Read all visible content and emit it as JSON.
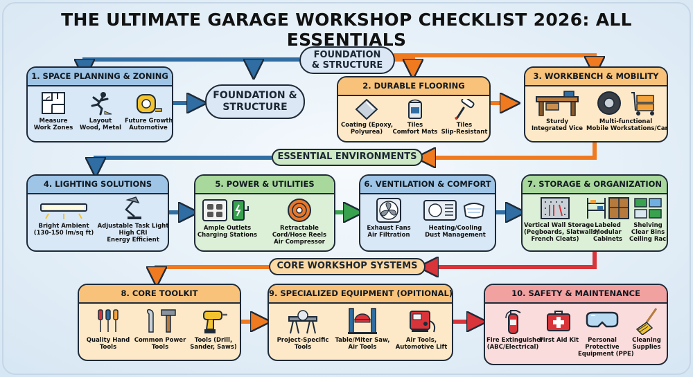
{
  "title": "THE ULTIMATE GARAGE WORKSHOP CHECKLIST 2026: ALL ESSENTIALS",
  "connectors": {
    "foundation_top": [
      "FOUNDATION",
      "& STRUCTURE"
    ],
    "foundation_mid": [
      "FOUNDATION &",
      "STRUCTURE"
    ],
    "essential": "ESSENTIAL ENVIRONMENTS",
    "core": "CORE WORKSHOP SYSTEMS"
  },
  "colors": {
    "blue_arrow": "#2f6da2",
    "orange_arrow": "#f07a1f",
    "green_arrow": "#39a24f",
    "red_arrow": "#d8343a",
    "blue_bg": "#d9e8f6",
    "blue_hdr": "#9fc5e6",
    "orange_bg": "#fde9c8",
    "orange_hdr": "#f8c27a",
    "green_bg": "#dcefd7",
    "green_hdr": "#a9d89c",
    "red_bg": "#fadcdc",
    "red_hdr": "#f2a1a1"
  },
  "sections": [
    {
      "header": "1. SPACE PLANNING & ZONING",
      "items": [
        {
          "icon": "floor-plan-icon",
          "lines": [
            "Measure",
            "Work Zones"
          ]
        },
        {
          "icon": "tripping-person-icon",
          "lines": [
            "Layout",
            "Wood, Metal"
          ]
        },
        {
          "icon": "tape-measure-icon",
          "lines": [
            "Future Growth",
            "Automotive"
          ]
        }
      ]
    },
    {
      "header": "2. DURABLE FLOORING",
      "items": [
        {
          "icon": "epoxy-tile-icon",
          "lines": [
            "Coating (Epoxy,",
            "Polyurea)"
          ]
        },
        {
          "icon": "paint-can-icon",
          "lines": [
            "Tiles",
            "Comfort Mats"
          ]
        },
        {
          "icon": "paint-roller-icon",
          "lines": [
            "Tiles",
            "Slip-Resistant"
          ]
        }
      ]
    },
    {
      "header": "3. WORKBENCH & MOBILITY",
      "items": [
        {
          "icon": "workbench-icon",
          "lines": [
            "Sturdy",
            "Integrated Vice"
          ]
        },
        {
          "icon": "tire-icon",
          "lines": [
            "Multi-functional",
            "Mobile Workstations/Carts"
          ]
        }
      ]
    },
    {
      "header": "4. LIGHTING SOLUTIONS",
      "items": [
        {
          "icon": "ceiling-light-icon",
          "lines": [
            "Bright Ambient",
            "(130-150 lm/sq ft)"
          ]
        },
        {
          "icon": "desk-lamp-icon",
          "lines": [
            "Adjustable Task Light",
            "High CRI",
            "Energy Efficient"
          ]
        }
      ]
    },
    {
      "header": "5. POWER & UTILITIES",
      "items": [
        {
          "icon": "outlet-icon",
          "lines": [
            "Ample Outlets",
            "Charging Stations"
          ]
        },
        {
          "icon": "charging-station-icon",
          "lines": []
        },
        {
          "icon": "hose-reel-icon",
          "lines": [
            "Retractable",
            "Cord/Hose Reels",
            "Air Compressor"
          ]
        }
      ]
    },
    {
      "header": "6. VENTILATION & COMFORT",
      "items": [
        {
          "icon": "exhaust-fan-icon",
          "lines": [
            "Exhaust Fans",
            "Air Filtration"
          ]
        },
        {
          "icon": "ac-unit-icon",
          "lines": [
            "Heating/Cooling",
            "Dust Management"
          ]
        },
        {
          "icon": "dust-mask-icon",
          "lines": []
        }
      ]
    },
    {
      "header": "7. STORAGE & ORGANIZATION",
      "items": [
        {
          "icon": "pegboard-icon",
          "lines": [
            "Vertical Wall Storage",
            "(Pegboards, Slatwalls,",
            "French Cleats)"
          ]
        },
        {
          "icon": "shelving-icon",
          "lines": [
            "Labeled",
            "Modular",
            "Cabinets"
          ]
        },
        {
          "icon": "cabinet-icon",
          "lines": []
        },
        {
          "icon": "bins-icon",
          "lines": [
            "Shelving",
            "Clear Bins",
            "Ceiling Racks"
          ]
        }
      ]
    },
    {
      "header": "8. CORE TOOLKIT",
      "items": [
        {
          "icon": "screwdrivers-icon",
          "lines": [
            "Quality Hand",
            "Tools"
          ]
        },
        {
          "icon": "wrench-hammer-icon",
          "lines": [
            "Common Power",
            "Tools"
          ]
        },
        {
          "icon": "drill-icon",
          "lines": [
            "Tools (Drill,",
            "Sander, Saws)"
          ]
        }
      ]
    },
    {
      "header": "9. SPECIALIZED EQUIPMENT (OPITIONAL)",
      "items": [
        {
          "icon": "table-saw-icon",
          "lines": [
            "Project-Specific",
            "Tools"
          ]
        },
        {
          "icon": "car-lift-icon",
          "lines": [
            "Table/Miter Saw,",
            "Air Tools"
          ]
        },
        {
          "icon": "welder-icon",
          "lines": [
            "Air Tools,",
            "Automotive Lift"
          ]
        }
      ]
    },
    {
      "header": "10. SAFETY & MAINTENANCE",
      "items": [
        {
          "icon": "fire-extinguisher-icon",
          "lines": [
            "Fire Extinguisher",
            "(ABC/Electrical)"
          ]
        },
        {
          "icon": "first-aid-kit-icon",
          "lines": [
            "First Aid Kit"
          ]
        },
        {
          "icon": "safety-goggles-icon",
          "lines": [
            "Personal",
            "Protective",
            "Equipment (PPE)"
          ]
        },
        {
          "icon": "broom-icon",
          "lines": [
            "Cleaning",
            "Supplies"
          ]
        }
      ]
    }
  ]
}
